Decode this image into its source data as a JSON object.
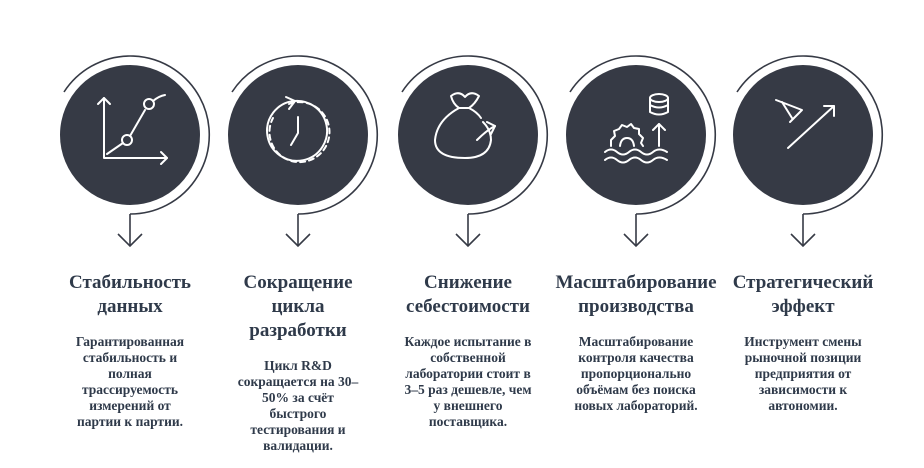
{
  "steps": [
    {
      "icon": "line-chart-icon",
      "title": "Стабильность данных",
      "title_lines": [
        "Стабильность",
        "данных"
      ],
      "description_lines": [
        "Гарантированная",
        "стабильность и",
        "полная",
        "трассируемость",
        "измерений от",
        "партии к партии."
      ]
    },
    {
      "icon": "stopwatch-cycle-icon",
      "title_lines": [
        "Сокращение",
        "цикла",
        "разработки"
      ],
      "description_lines": [
        "Цикл R&D",
        "сокращается на 30–",
        "50% за счёт",
        "быстрого",
        "тестирования и",
        "валидации."
      ]
    },
    {
      "icon": "money-bag-icon",
      "title_lines": [
        "Снижение",
        "себестоимости"
      ],
      "description_lines": [
        "Каждое испытание в",
        "собственной",
        "лаборатории стоит в",
        "3–5 раз дешевле, чем",
        "у внешнего",
        "поставщика."
      ]
    },
    {
      "icon": "scaling-gear-database-icon",
      "title_lines": [
        "Масштабирование",
        "производства"
      ],
      "description_lines": [
        "Масштабирование",
        "контроля качества",
        "пропорционально",
        "объёмам без поиска",
        "новых лабораторий."
      ]
    },
    {
      "icon": "strategic-arrow-icon",
      "title_lines": [
        "Стратегический",
        "эффект"
      ],
      "description_lines": [
        "Инструмент смены",
        "рыночной позиции",
        "предприятия от",
        "зависимости к",
        "автономии."
      ]
    }
  ],
  "colors": {
    "circle": "#363a45",
    "text": "#2f3a4a",
    "icon": "#ffffff"
  }
}
